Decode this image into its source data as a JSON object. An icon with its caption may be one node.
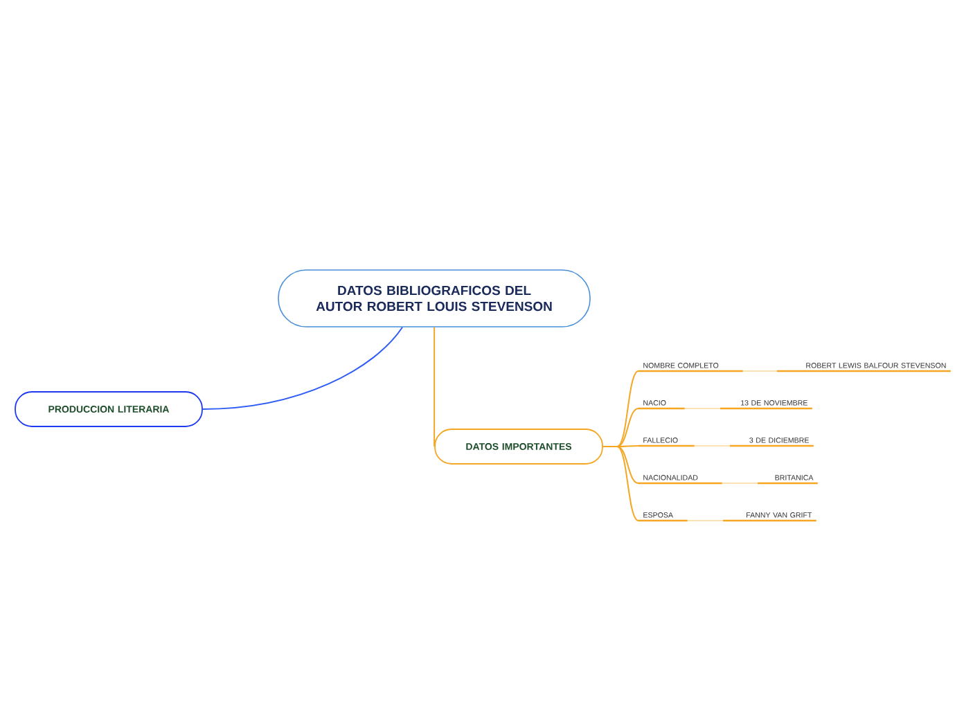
{
  "diagram": {
    "nodes": [
      {
        "text": [
          "DATOS BIBLIOGRAFICOS DEL AUTOR ROBERT LOUIS STEVENSON"
        ]
      },
      {
        "text": [
          "PRODUCCION LITERARIA"
        ]
      },
      {
        "text": [
          "DATOS IMPORTANTES"
        ]
      },
      {
        "text": [
          "NOMBRE COMPLETO"
        ]
      },
      {
        "text": [
          "ROBERT LEWIS BALFOUR STEVENSON"
        ]
      },
      {
        "text": [
          "NACIO"
        ]
      },
      {
        "text": [
          "13 DE NOVIEMBRE"
        ]
      },
      {
        "text": [
          "FALLECIO"
        ]
      },
      {
        "text": [
          "3 DE DICIEMBRE"
        ]
      },
      {
        "text": [
          "NACIONALIDAD"
        ]
      },
      {
        "text": [
          "BRITANICA"
        ]
      },
      {
        "text": [
          "ESPOSA"
        ]
      },
      {
        "text": [
          "FANNY VAN GRIFT"
        ]
      }
    ],
    "edges": [
      {
        "from": 0,
        "to": 1,
        "arrow": "none",
        "color": "#2f5cf5"
      },
      {
        "from": 0,
        "to": 2,
        "arrow": "none"
      },
      {
        "from": 2,
        "to": 3,
        "arrow": "none"
      },
      {
        "from": 3,
        "to": 4,
        "arrow": "none",
        "color": "#fde2b5"
      },
      {
        "from": 2,
        "to": 5,
        "arrow": "none"
      },
      {
        "from": 5,
        "to": 6,
        "arrow": "none",
        "color": "#fde2b5"
      },
      {
        "from": 2,
        "to": 7,
        "arrow": "none"
      },
      {
        "from": 7,
        "to": 8,
        "arrow": "none",
        "color": "#fde2b5"
      },
      {
        "from": 2,
        "to": 9,
        "arrow": "none"
      },
      {
        "from": 9,
        "to": 10,
        "arrow": "none",
        "color": "#fde2b5"
      },
      {
        "from": 2,
        "to": 11,
        "arrow": "none"
      },
      {
        "from": 11,
        "to": 12,
        "arrow": "none",
        "color": "#fde2b5"
      }
    ]
  }
}
